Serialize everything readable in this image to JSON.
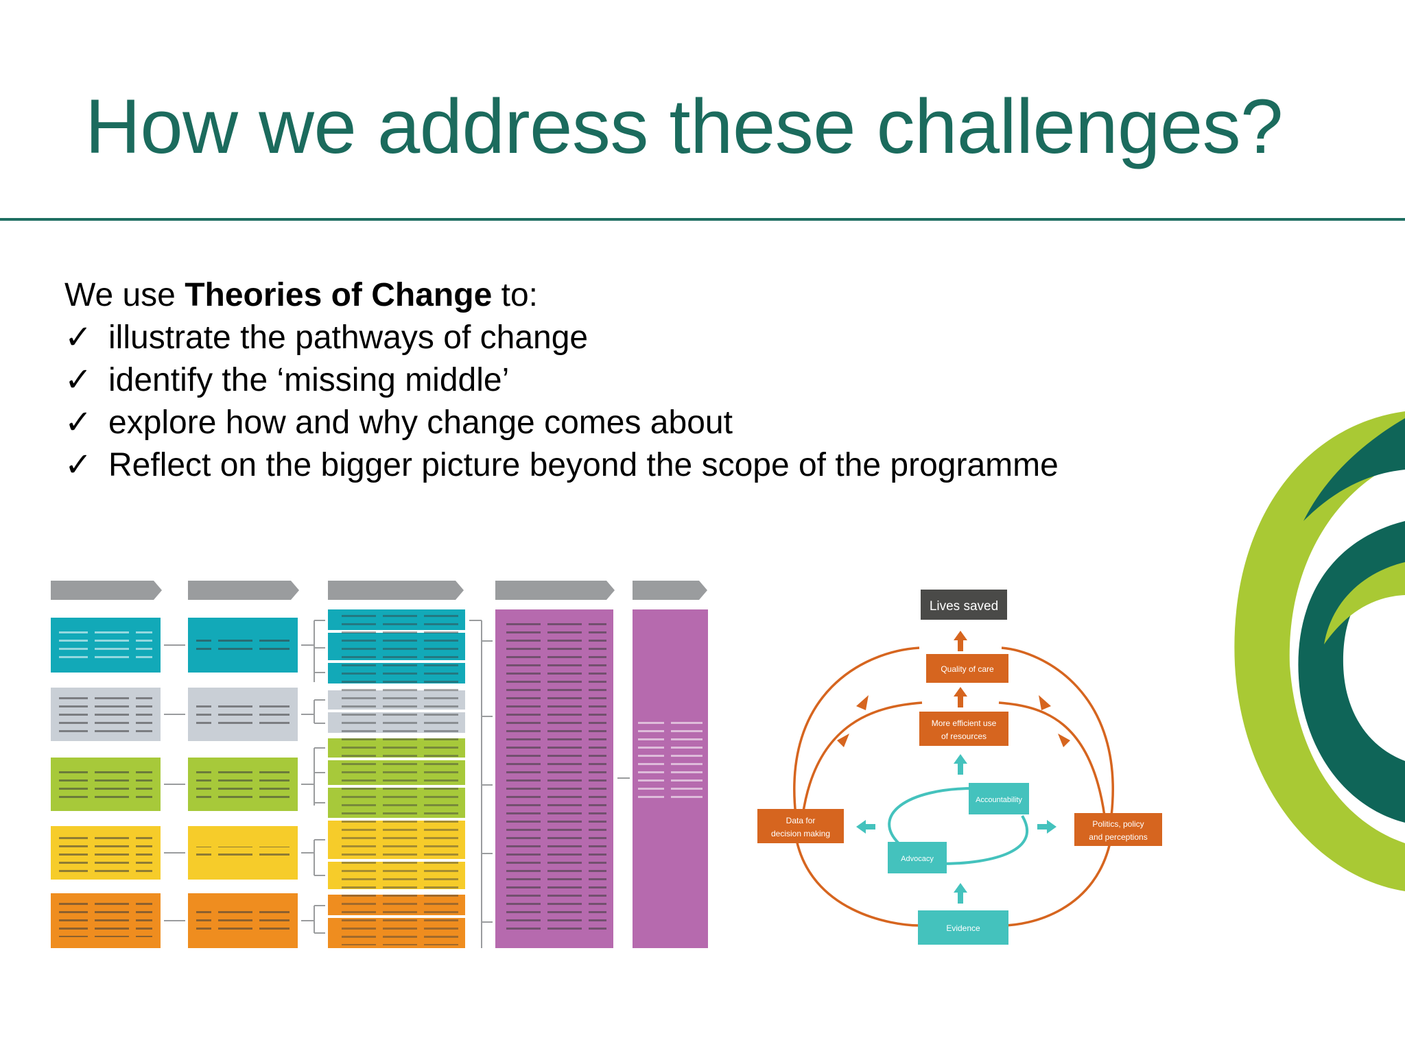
{
  "slide": {
    "title": "How we address these challenges?",
    "intro_prefix": "We use ",
    "intro_bold": "Theories of Change",
    "intro_suffix": " to:",
    "check_glyph": "✓",
    "bullets": [
      "illustrate the pathways of change",
      "identify the ‘missing middle’",
      "explore how and why change comes about",
      "Reflect on the bigger picture beyond the scope of the programme"
    ]
  },
  "cycle": {
    "lives_saved": "Lives saved",
    "quality_of_care": "Quality of care",
    "efficient_line1": "More efficient use",
    "efficient_line2": "of resources",
    "data_line1": "Data for",
    "data_line2": "decision making",
    "politics_line1": "Politics, policy",
    "politics_line2": "and perceptions",
    "accountability": "Accountability",
    "advocacy": "Advocacy",
    "evidence": "Evidence"
  },
  "colors": {
    "title": "#1b6b5d",
    "rule": "#1f6f62",
    "teal": "#12a9b8",
    "grey": "#c9cfd6",
    "green": "#a7c93a",
    "yellow": "#f6cc2a",
    "orange": "#ef8d1f",
    "purple": "#b66aae",
    "cycle_orange": "#d6651f",
    "cycle_teal": "#44c2bd",
    "dark_box": "#4a4a48",
    "deco_lime": "#a9c934",
    "deco_teal": "#0f6558"
  }
}
